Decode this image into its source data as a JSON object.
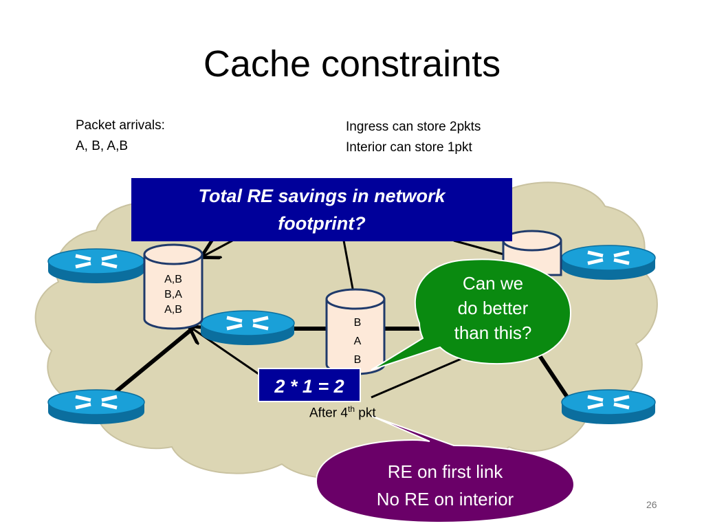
{
  "slide": {
    "title": "Cache constraints",
    "page_number": "26"
  },
  "notes": {
    "packet_arrivals_line1": "Packet arrivals:",
    "packet_arrivals_line2": "A, B, A,B",
    "ingress_capacity": "Ingress can store 2pkts",
    "interior_capacity": "Interior can store 1pkt"
  },
  "question_box": {
    "line1": "Total RE savings in network",
    "line2": "footprint?"
  },
  "ingress_cache": {
    "entries": [
      "A,B",
      "B,A",
      "A,B"
    ]
  },
  "interior_cache": {
    "entries": [
      "B",
      "A",
      "B"
    ]
  },
  "savings_box": {
    "text": "2 * 1 = 2"
  },
  "after_label": {
    "prefix": "After  4",
    "superscript": "th",
    "suffix": " pkt"
  },
  "green_bubble": {
    "line1": "Can we",
    "line2": "do better",
    "line3": "than this?"
  },
  "purple_bubble": {
    "line1": "RE on first link",
    "line2": "No RE on interior"
  },
  "colors": {
    "cloud": "#dcd6b4",
    "router_top": "#1aa0d8",
    "router_side": "#0b6e9e",
    "cache_fill": "#fde9d9",
    "cache_stroke": "#1f3a6b",
    "blue_box": "#00009a",
    "green_bubble": "#0a8a10",
    "purple_bubble": "#6a0068"
  },
  "icons": [
    "router-icon",
    "cache-cylinder-icon",
    "arrow-icon"
  ]
}
